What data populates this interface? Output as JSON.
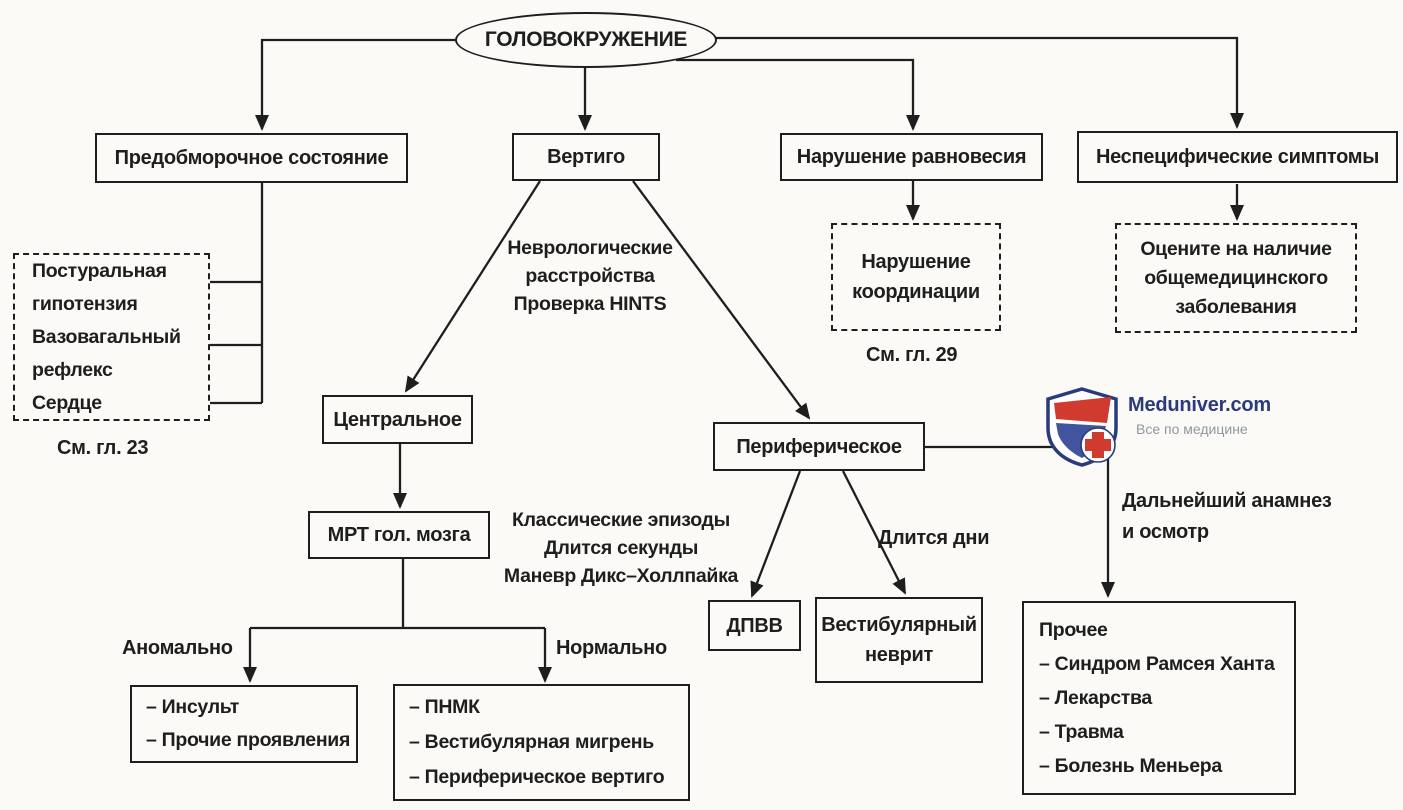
{
  "root": "ГОЛОВОКРУЖЕНИЕ",
  "branches": {
    "presyncope": "Предобморочное состояние",
    "vertigo": "Вертиго",
    "balance": "Нарушение равновесия",
    "nonspecific": "Неспецифические симптомы"
  },
  "presyncope_causes": [
    "Постуральная",
    "гипотензия",
    "Вазовагальный",
    "рефлекс",
    "Сердце"
  ],
  "see_chapter_23": "См. гл. 23",
  "vertigo_note": [
    "Неврологические",
    "расстройства",
    "Проверка HINTS"
  ],
  "coordination_box": [
    "Нарушение",
    "координации"
  ],
  "see_chapter_29": "См. гл. 29",
  "nonspecific_box": [
    "Оцените на наличие",
    "общемедицинского",
    "заболевания"
  ],
  "central": "Центральное",
  "peripheral": "Периферическое",
  "mri": "МРТ гол. мозга",
  "mri_abnormal_label": "Аномально",
  "mri_normal_label": "Нормально",
  "abnormal_box": [
    "– Инсульт",
    "– Прочие проявления"
  ],
  "normal_box": [
    "– ПНМК",
    "– Вестибулярная мигрень",
    "– Периферическое вертиго"
  ],
  "classic_note": [
    "Классические эпизоды",
    "Длится секунды",
    "Маневр Дикс–Холлпайка"
  ],
  "lasts_days_label": "Длится дни",
  "bppv": "ДПВВ",
  "neuritis_box": [
    "Вестибулярный",
    "неврит"
  ],
  "further_note": [
    "Дальнейший анамнез",
    "и осмотр"
  ],
  "other_box": [
    "Прочее",
    "– Синдром Рамсея Ханта",
    "– Лекарства",
    "– Травма",
    "– Болезнь Меньера"
  ],
  "logo": {
    "name": "Meduniver.com",
    "tagline": "Все по медицине"
  },
  "colors": {
    "ink": "#1e1e1e",
    "paper": "#fbfaf6",
    "logo_navy": "#2a3a7c",
    "logo_red": "#d13a2f",
    "logo_blue": "#41549e"
  }
}
